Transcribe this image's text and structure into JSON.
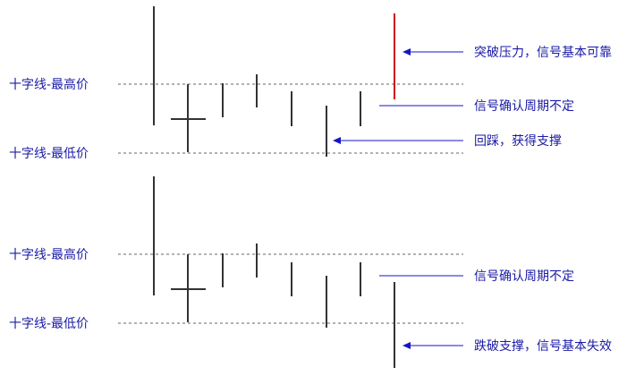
{
  "colors": {
    "text": "#1a1aa6",
    "arrow": "#1515c8",
    "bar": "#333333",
    "breakout_bar": "#cc1111",
    "dashed_line": "#666666"
  },
  "top_panel": {
    "high_label": "十字线-最高价",
    "low_label": "十字线-最低价",
    "annotation_breakout": "突破压力，信号基本可靠",
    "annotation_confirm": "信号确认周期不定",
    "annotation_support": "回踩，获得支撑"
  },
  "bottom_panel": {
    "high_label": "十字线-最高价",
    "low_label": "十字线-最低价",
    "annotation_confirm": "信号确认周期不定",
    "annotation_break": "跌破支撑，信号基本失效"
  }
}
